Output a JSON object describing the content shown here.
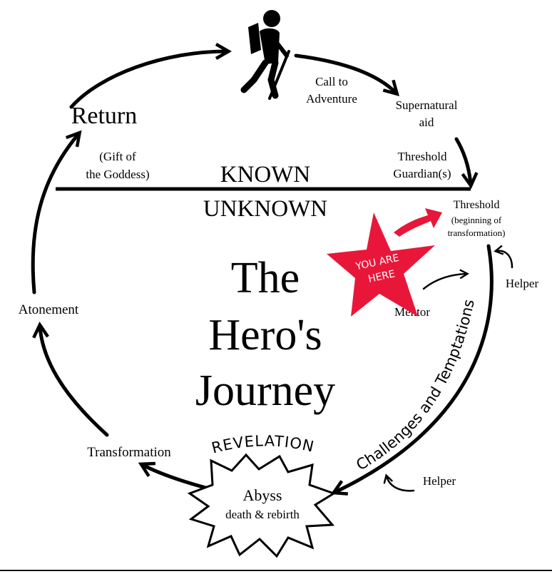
{
  "title": [
    "The",
    "Hero's",
    "Journey"
  ],
  "divider": {
    "above": "KNOWN",
    "below": "UNKNOWN"
  },
  "stages": {
    "return": "Return",
    "gift": [
      "(Gift of",
      "the Goddess)"
    ],
    "call": [
      "Call to",
      "Adventure"
    ],
    "supernatural_aid": [
      "Supernatural",
      "aid"
    ],
    "threshold_guardians": [
      "Threshold",
      "Guardian(s)"
    ],
    "threshold": "Threshold",
    "threshold_note": [
      "(beginning of",
      "transformation)"
    ],
    "helper_top": "Helper",
    "mentor": "Mentor",
    "challenges": "Challenges and Temptations",
    "helper_bottom": "Helper",
    "revelation": "REVELATION",
    "abyss": "Abyss",
    "abyss_note": "death & rebirth",
    "transformation": "Transformation",
    "atonement": "Atonement"
  },
  "marker": {
    "text": [
      "YOU ARE",
      "HERE"
    ],
    "color": "#e8173a"
  },
  "icons": {
    "hiker": "hiker-icon",
    "star": "star-marker"
  }
}
